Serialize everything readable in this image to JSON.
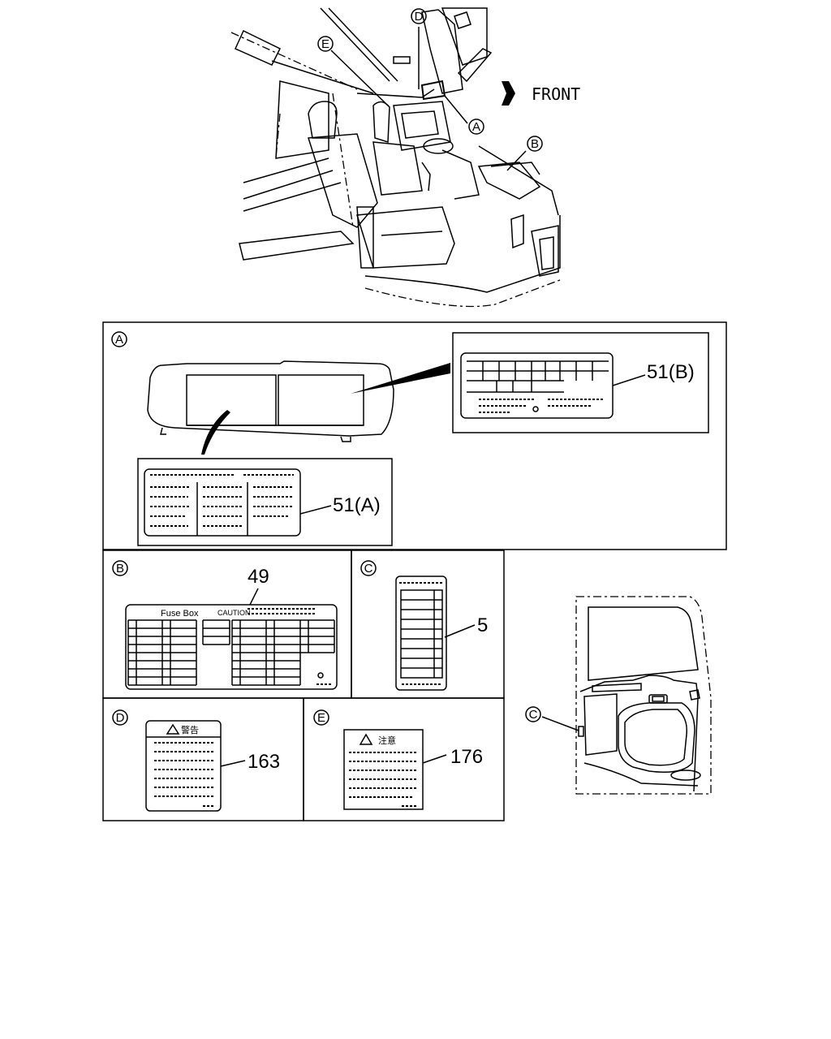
{
  "direction_label": "FRONT",
  "callouts": {
    "A": "A",
    "B": "B",
    "C": "C",
    "D": "D",
    "E": "E"
  },
  "panels": {
    "A": {
      "letter": "A",
      "parts": [
        "51(A)",
        "51(B)"
      ]
    },
    "B": {
      "letter": "B",
      "part": "49",
      "label_title": "Fuse Box",
      "label_caution": "CAUTION"
    },
    "C": {
      "letter": "C",
      "part": "5"
    },
    "D": {
      "letter": "D",
      "part": "163",
      "label_title": "警告"
    },
    "E": {
      "letter": "E",
      "part": "176",
      "label_title": "注意"
    }
  },
  "door_callout": "C"
}
